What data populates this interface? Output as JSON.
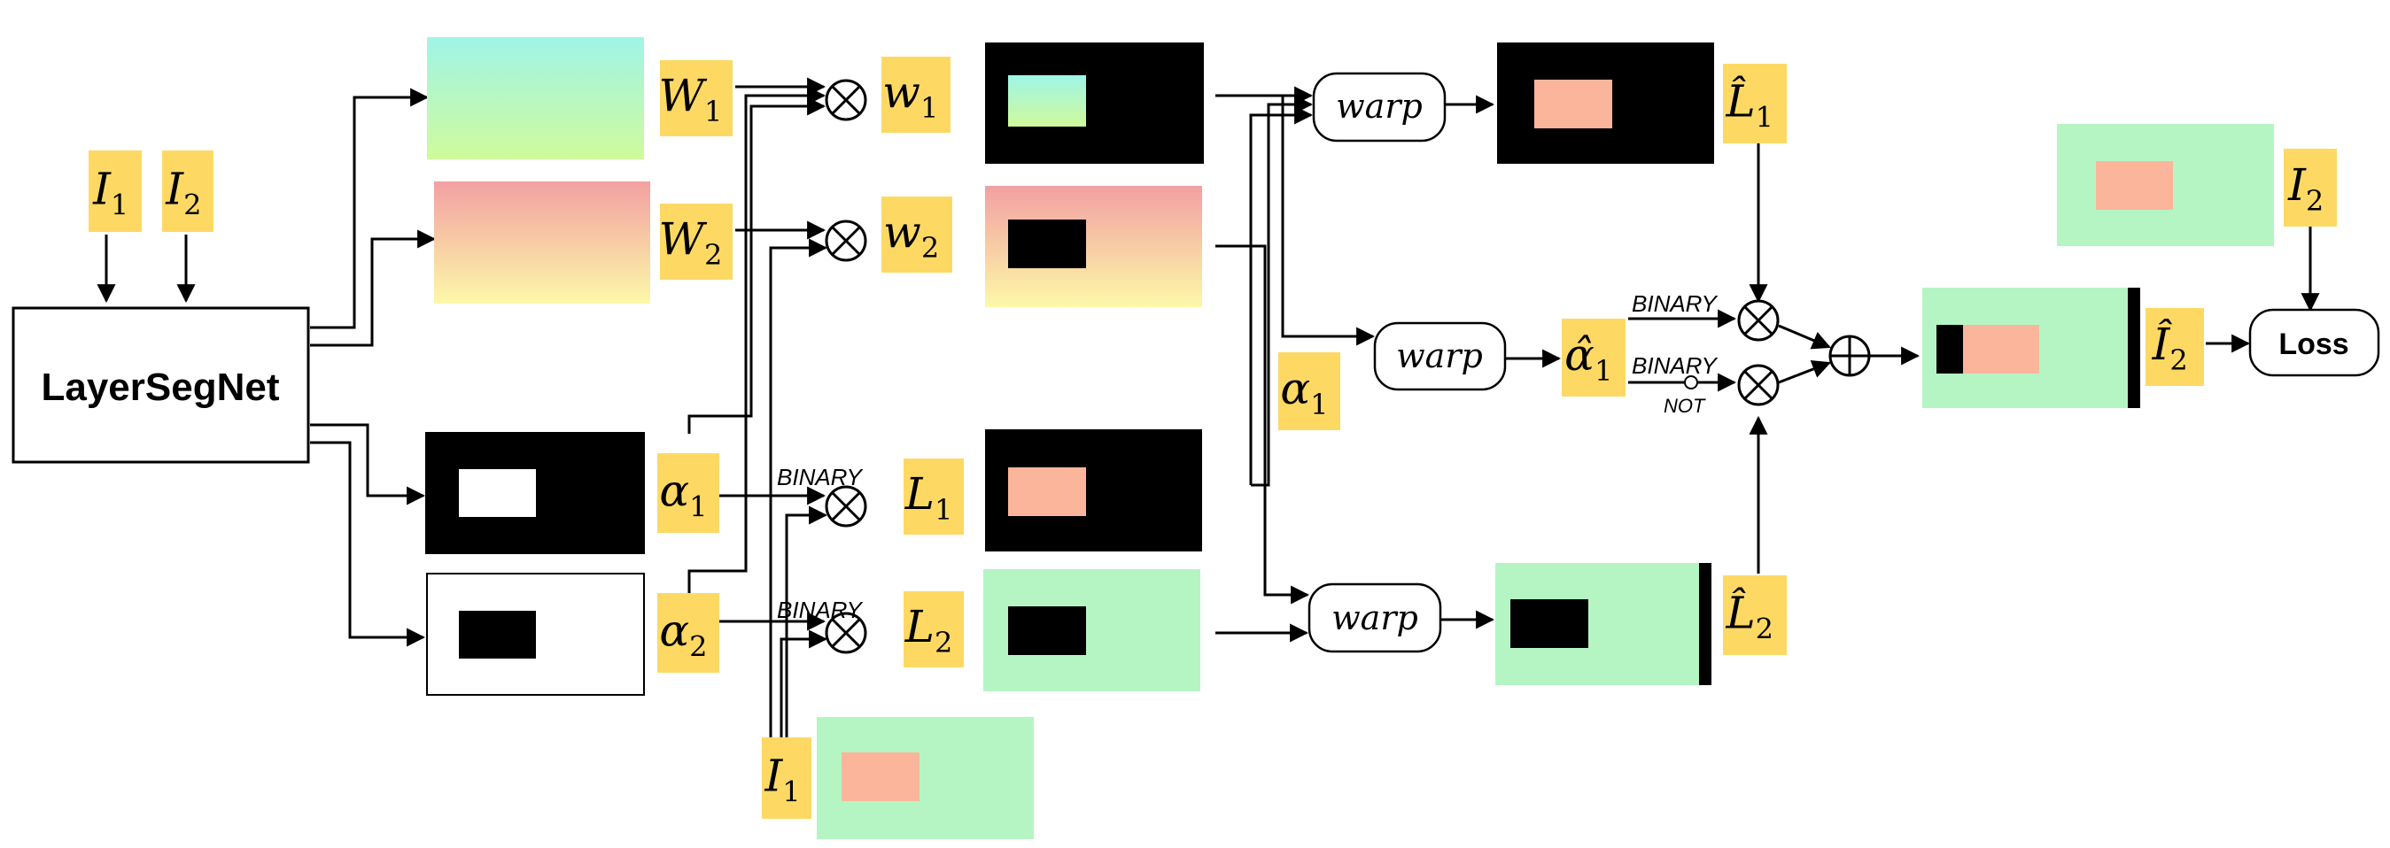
{
  "network": {
    "label": "LayerSegNet"
  },
  "inputs": {
    "top_left": [
      {
        "base": "I",
        "sub": "1"
      },
      {
        "base": "I",
        "sub": "2"
      }
    ],
    "bottom_I1": {
      "base": "I",
      "sub": "1"
    },
    "right_I2": {
      "base": "I",
      "sub": "2"
    }
  },
  "labels": {
    "W1": {
      "base": "W",
      "sub": "1"
    },
    "W2": {
      "base": "W",
      "sub": "2"
    },
    "w1": {
      "base": "w",
      "sub": "1"
    },
    "w2": {
      "base": "w",
      "sub": "2"
    },
    "alpha1": {
      "base": "α",
      "sub": "1"
    },
    "alpha2": {
      "base": "α",
      "sub": "2"
    },
    "L1": {
      "base": "L",
      "sub": "1"
    },
    "L2": {
      "base": "L",
      "sub": "2"
    },
    "alpha1_mid": {
      "base": "α",
      "sub": "1"
    },
    "alpha1_hat": {
      "base": "α̂",
      "sub": "1"
    },
    "L1_hat": {
      "base": "L̂",
      "sub": "1"
    },
    "L2_hat": {
      "base": "L̂",
      "sub": "2"
    },
    "I2_hat": {
      "base": "Î",
      "sub": "2"
    }
  },
  "ops": {
    "warp_label": "warp",
    "binary_label": "BINARY",
    "not_label": "NOT",
    "loss_label": "Loss"
  },
  "colors": {
    "label_bg": "#fdd964",
    "arrow": "#000000",
    "black_img": "#000000",
    "salmon": "#fbb59b",
    "green": "#b5f5c4",
    "white": "#ffffff",
    "teal_top": "#9ff5e6",
    "lime_bottom": "#d0fa9c",
    "pink_top": "#f2a0a2",
    "yellow_bottom": "#fdf8a8"
  }
}
